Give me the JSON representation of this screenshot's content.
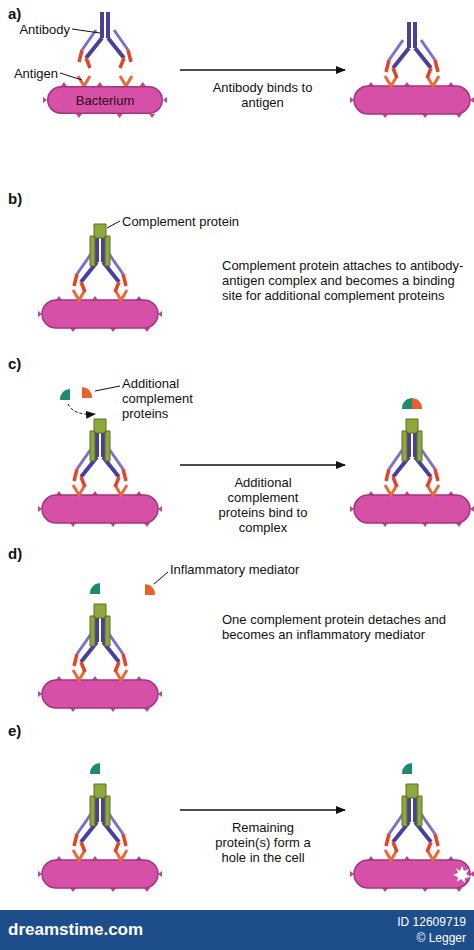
{
  "diagram": {
    "nodes": [
      {
        "text": [
          "Bacterium"
        ]
      }
    ],
    "labels": [
      "a)",
      "Antibody",
      "Antigen",
      "Antibody binds to antigen",
      "b)",
      "Complement protein",
      "Complement protein attaches to antibody-antigen complex and becomes a binding site for additional complement proteins",
      "c)",
      "Additional complement proteins",
      "Additional complement proteins bind to complex",
      "d)",
      "Inflammatory mediator",
      "One complement protein detaches and becomes an inflammatory mediator",
      "e)",
      "Remaining protein(s) form a hole in the cell",
      "dreamstime.com",
      "ID 12609719",
      "© Legger"
    ]
  }
}
